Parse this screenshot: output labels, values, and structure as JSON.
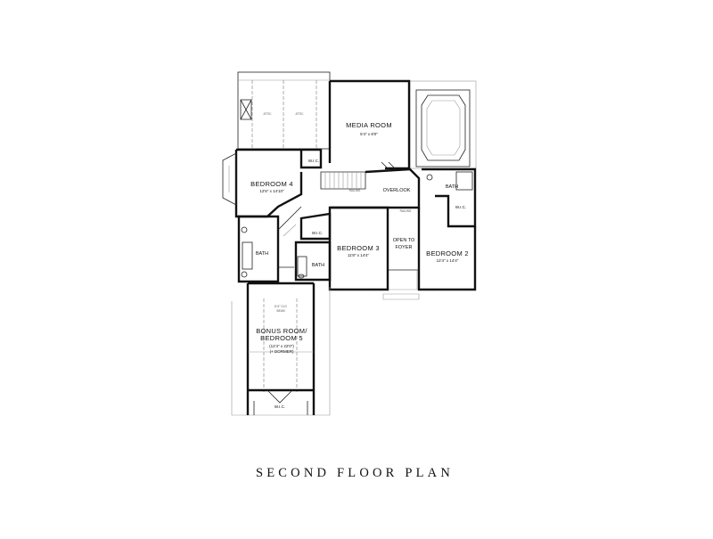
{
  "plan": {
    "title": "SECOND FLOOR PLAN",
    "rooms": {
      "media_room": {
        "name": "MEDIA ROOM",
        "dims": "5'4\" x 8'0\""
      },
      "bedroom_4": {
        "name": "BEDROOM 4",
        "dims": "12'6\" x 14'10\""
      },
      "bedroom_3": {
        "name": "BEDROOM 3",
        "dims": "11'8\" x 14'4\""
      },
      "bedroom_2": {
        "name": "BEDROOM 2",
        "dims": "12'4\" x 14'4\""
      },
      "bonus_room": {
        "line1": "BONUS ROOM/",
        "line2": "BEDROOM 5",
        "dims": "(12'4\" x 22'0\")",
        "note": "(+ DORMER)",
        "ceiling": "8'-6\" CLG",
        "ceiling2": "BEAM"
      },
      "overlook": {
        "name": "OVERLOOK"
      },
      "open_to_foyer": {
        "line1": "OPEN TO",
        "line2": "FOYER"
      }
    },
    "labels": {
      "wic": "W.I.C.",
      "bath": "BATH",
      "attic": "ATTIC",
      "rail": "RAILING"
    }
  }
}
